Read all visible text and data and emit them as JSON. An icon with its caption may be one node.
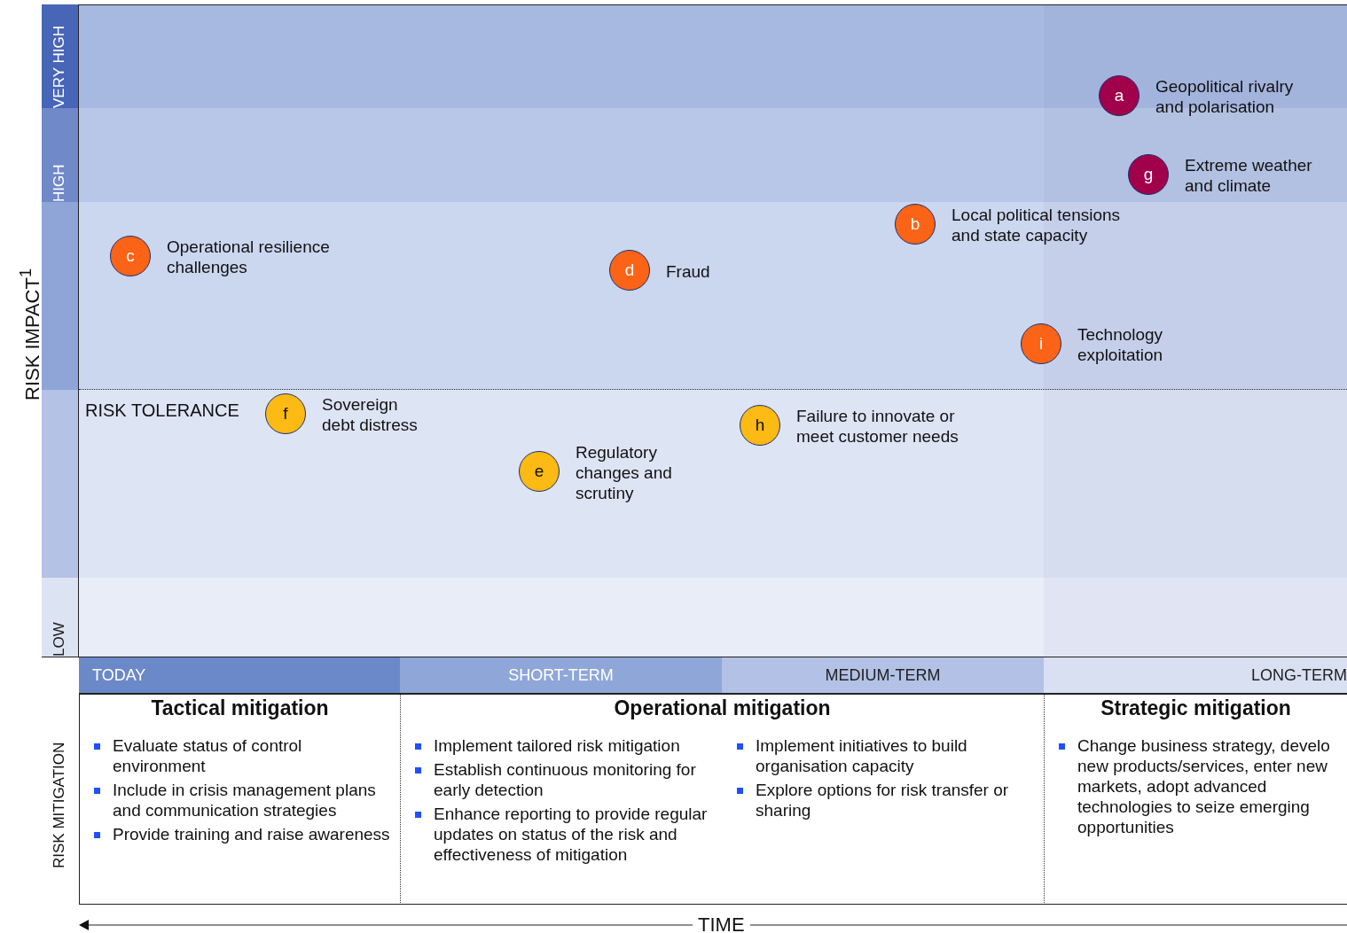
{
  "diagram": {
    "nodes": [
      {
        "text": [
          "a"
        ],
        "beside": [
          "Geopolitical rivalry and polarisation"
        ]
      },
      {
        "text": [
          "g"
        ],
        "beside": [
          "Extreme weather and climate"
        ]
      },
      {
        "text": [
          "b"
        ],
        "beside": [
          "Local political tensions and state capacity"
        ]
      },
      {
        "text": [
          "c"
        ],
        "beside": [
          "Operational resilience challenges"
        ]
      },
      {
        "text": [
          "d"
        ],
        "beside": [
          "Fraud"
        ]
      },
      {
        "text": [
          "i"
        ],
        "beside": [
          "Technology exploitation"
        ]
      },
      {
        "text": [
          "f"
        ],
        "beside": [
          "Sovereign debt distress"
        ]
      },
      {
        "text": [
          "h"
        ],
        "beside": [
          "Failure to innovate or meet customer needs"
        ]
      },
      {
        "text": [
          "e"
        ],
        "beside": [
          "Regulatory changes and scrutiny"
        ]
      },
      {
        "text": [
          "Tactical mitigation",
          "Evaluate status of control environment",
          "Include in crisis management plans and communication strategies",
          "Provide training and raise awareness"
        ]
      },
      {
        "text": [
          "Operational mitigation",
          "Implement tailored risk mitigation",
          "Establish continuous monitoring for early detection",
          "Enhance reporting to provide regular updates on status of the risk and effectiveness of mitigation",
          "Implement initiatives to build organisation capacity",
          "Explore options for risk transfer or sharing"
        ]
      },
      {
        "text": [
          "Strategic mitigation",
          "Change business strategy, develo new products/services, enter new markets, adopt advanced technologies to seize emerging opportunities"
        ]
      }
    ],
    "labels": [
      "RISK IMPACT$^{1}$",
      "VERY HIGH",
      "HIGH",
      "LOW",
      "RISK TOLERANCE",
      "TODAY",
      "SHORT-TERM",
      "MEDIUM-TERM",
      "LONG-TERM",
      "RISK MITIGATION",
      "TIME"
    ]
  }
}
